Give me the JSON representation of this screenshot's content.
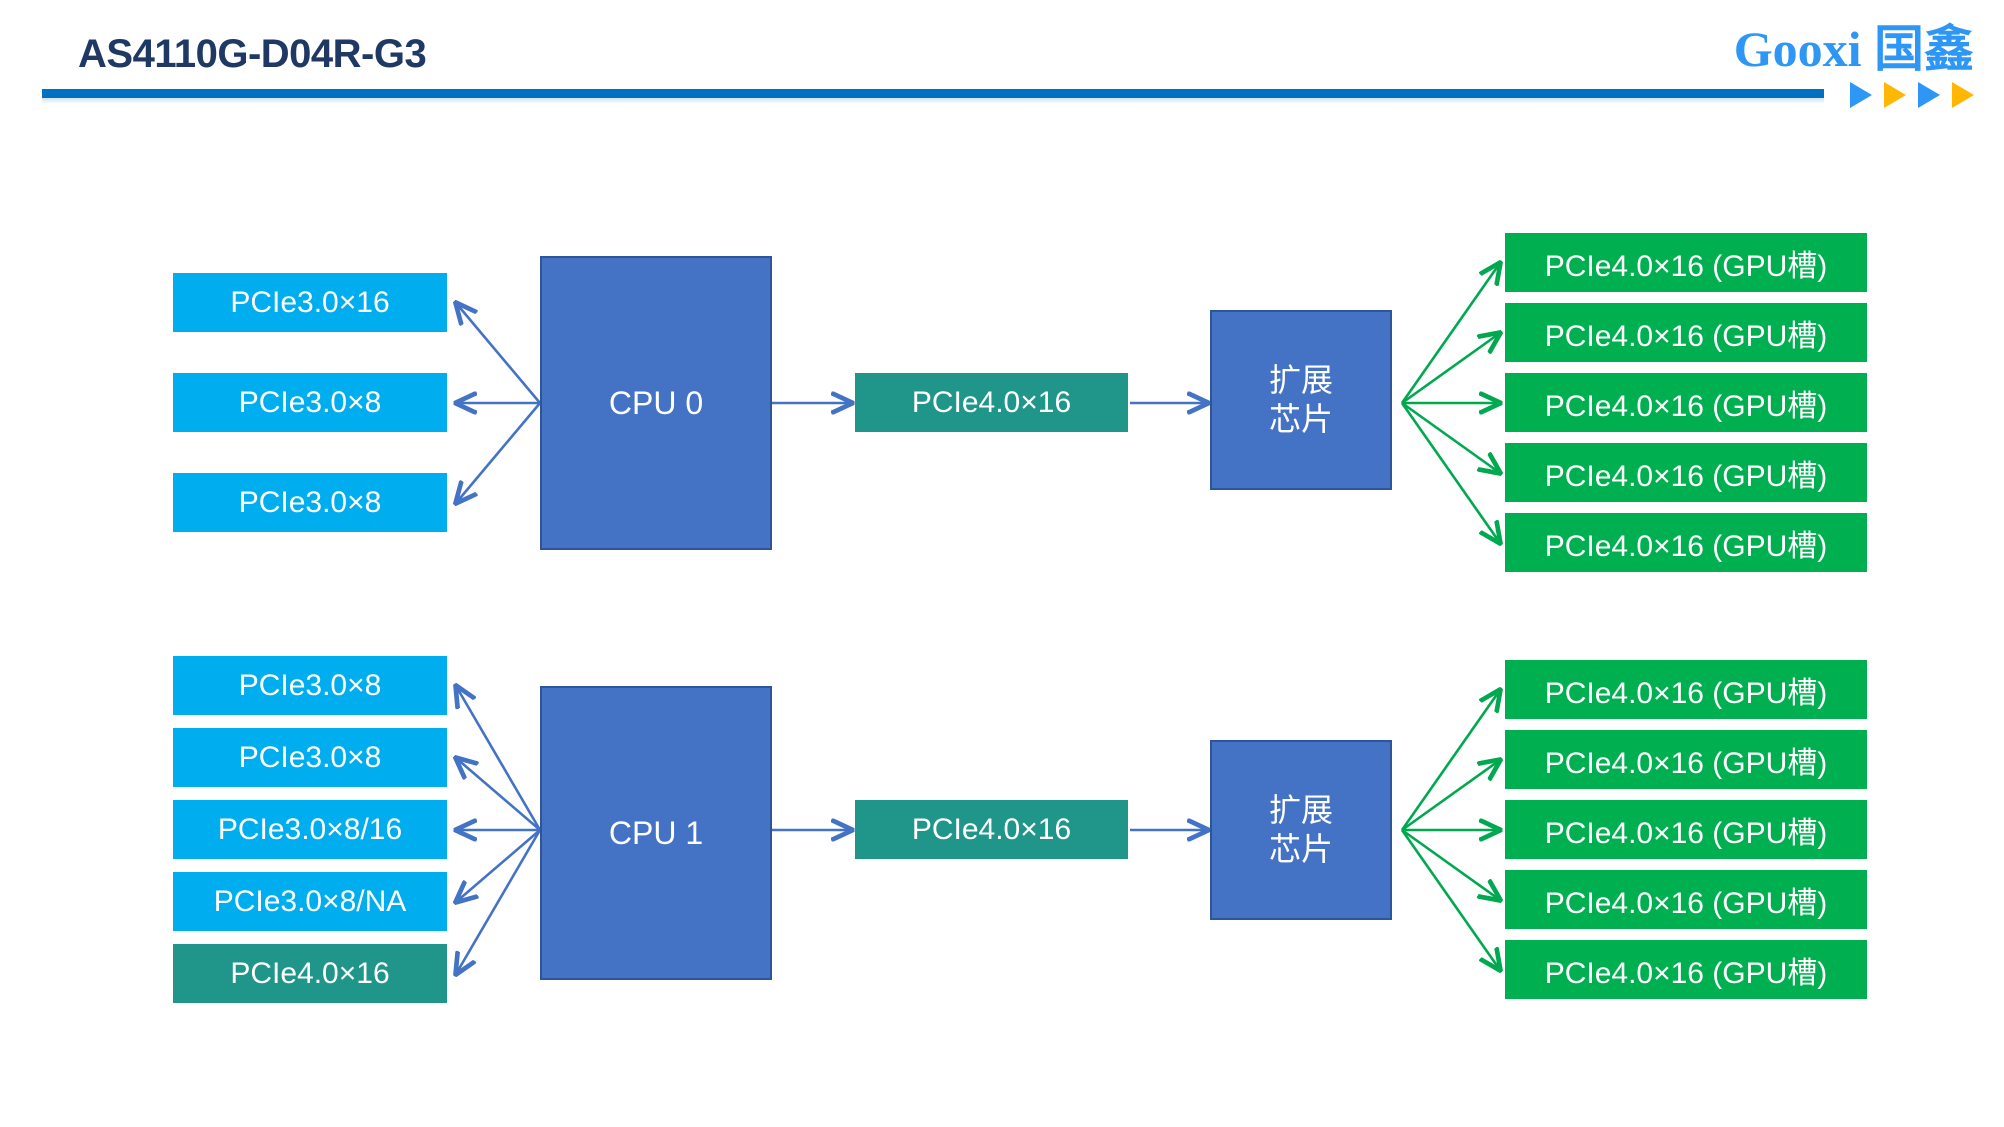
{
  "header": {
    "title": "AS4110G-D04R-G3",
    "logo_text": "Gooxi",
    "logo_cn": "国鑫",
    "accent_blue": "#0070C0",
    "logo_blue": "#2E96F5",
    "logo_orange": "#FFB703"
  },
  "colors": {
    "cyan_slot": "#00AEEF",
    "teal_slot": "#1F9689",
    "green_slot": "#00B050",
    "cpu_blue": "#4473C5",
    "cpu_border": "#2E5597",
    "blue_arrow": "#4472C4",
    "green_arrow": "#00A94F",
    "title_navy": "#1F3864"
  },
  "diagram": {
    "groups": [
      {
        "cpu_label": "CPU 0",
        "left_slots": [
          {
            "label": "PCIe3.0×16",
            "color": "cyan"
          },
          {
            "label": "PCIe3.0×8",
            "color": "cyan"
          },
          {
            "label": "PCIe3.0×8",
            "color": "cyan"
          }
        ],
        "link_label": "PCIe4.0×16",
        "chip_label_line1": "扩展",
        "chip_label_line2": "芯片",
        "gpu_slots": [
          "PCIe4.0×16 (GPU槽)",
          "PCIe4.0×16 (GPU槽)",
          "PCIe4.0×16 (GPU槽)",
          "PCIe4.0×16 (GPU槽)",
          "PCIe4.0×16 (GPU槽)"
        ]
      },
      {
        "cpu_label": "CPU 1",
        "left_slots": [
          {
            "label": "PCIe3.0×8",
            "color": "cyan"
          },
          {
            "label": "PCIe3.0×8",
            "color": "cyan"
          },
          {
            "label": "PCIe3.0×8/16",
            "color": "cyan"
          },
          {
            "label": "PCIe3.0×8/NA",
            "color": "cyan"
          },
          {
            "label": "PCIe4.0×16",
            "color": "teal"
          }
        ],
        "link_label": "PCIe4.0×16",
        "chip_label_line1": "扩展",
        "chip_label_line2": "芯片",
        "gpu_slots": [
          "PCIe4.0×16 (GPU槽)",
          "PCIe4.0×16 (GPU槽)",
          "PCIe4.0×16 (GPU槽)",
          "PCIe4.0×16 (GPU槽)",
          "PCIe4.0×16 (GPU槽)"
        ]
      }
    ]
  }
}
